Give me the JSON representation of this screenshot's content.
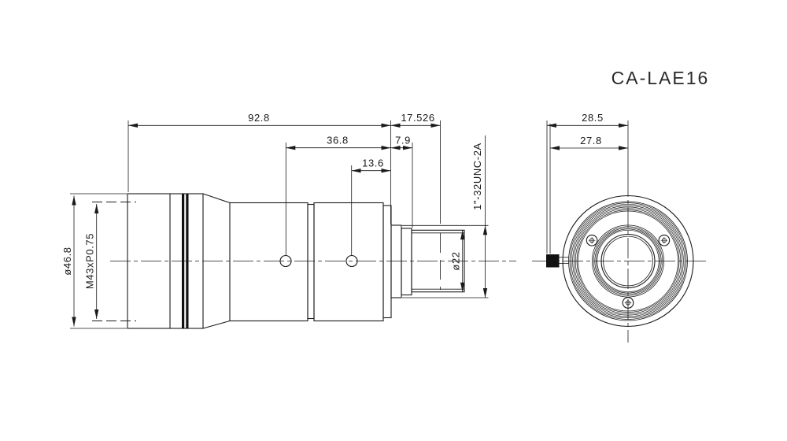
{
  "title": "CA-LAE16",
  "colors": {
    "line": "#1a1a1a",
    "background": "#ffffff",
    "knob_fill": "#111111"
  },
  "side_view": {
    "dims": {
      "overall_length": "92.8",
      "flange_focal": "17.526",
      "mid_length": "36.8",
      "mount_step": "7.9",
      "rear_section": "13.6",
      "front_diameter": "ø46.8",
      "front_thread": "M43xP0.75",
      "rear_diameter": "ø22",
      "mount_thread": "1\"-32UNC-2A"
    }
  },
  "front_view": {
    "dims": {
      "knob_to_center": "28.5",
      "body_to_center": "27.8"
    }
  }
}
